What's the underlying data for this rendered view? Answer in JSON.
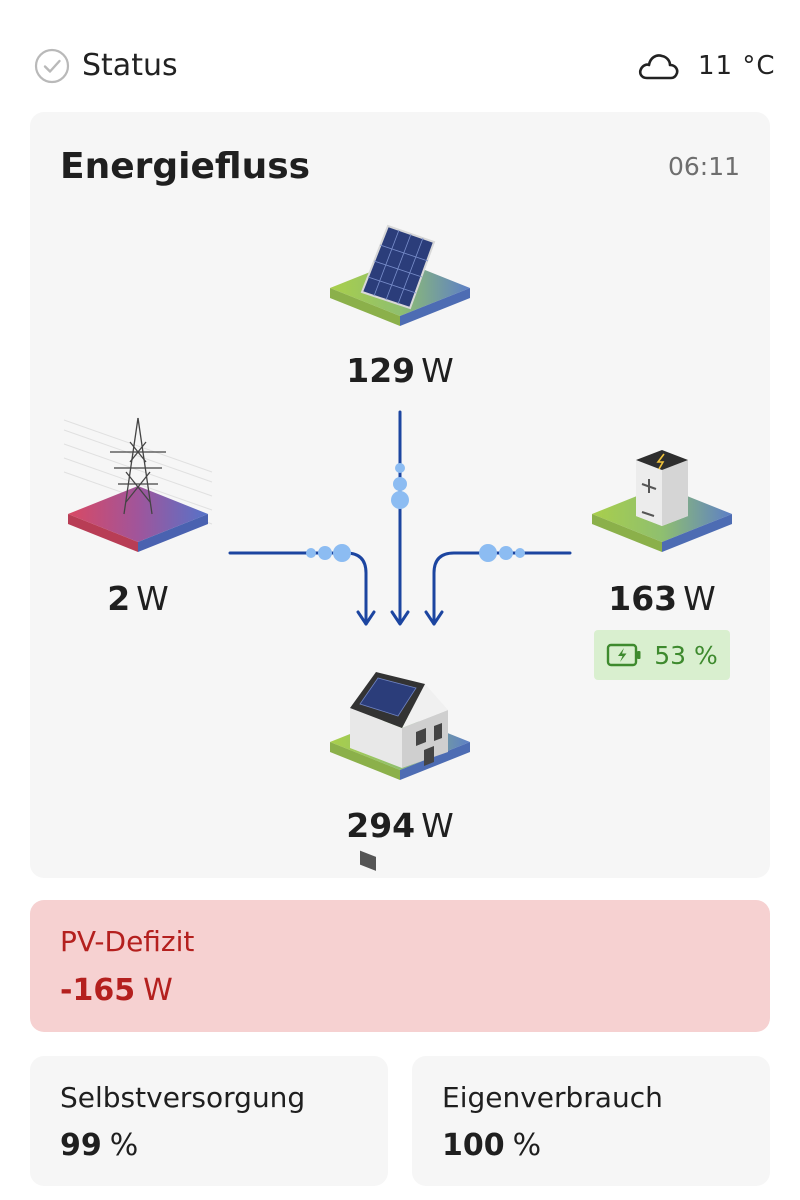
{
  "header": {
    "status_label": "Status",
    "status_icon": "check-circle-icon",
    "weather_icon": "cloud-icon",
    "temperature": "11 °C"
  },
  "energy_flow": {
    "title": "Energiefluss",
    "time": "06:11",
    "pv": {
      "value": "129",
      "unit": "W"
    },
    "grid": {
      "value": "2",
      "unit": "W"
    },
    "battery": {
      "value": "163",
      "unit": "W",
      "charge": "53 %"
    },
    "house": {
      "value": "294",
      "unit": "W"
    },
    "colors": {
      "flow": "#1c45a0",
      "dot": "#8cbcf2",
      "battery_badge_bg": "#d9efcf",
      "battery_badge_text": "#3e8a2e"
    }
  },
  "deficit": {
    "title": "PV-Defizit",
    "value": "-165",
    "unit": "W",
    "color": "#b4201e",
    "background": "#f6d1d1"
  },
  "metrics": [
    {
      "label": "Selbstversorgung",
      "value": "99",
      "unit": "%"
    },
    {
      "label": "Eigenverbrauch",
      "value": "100",
      "unit": "%"
    }
  ]
}
